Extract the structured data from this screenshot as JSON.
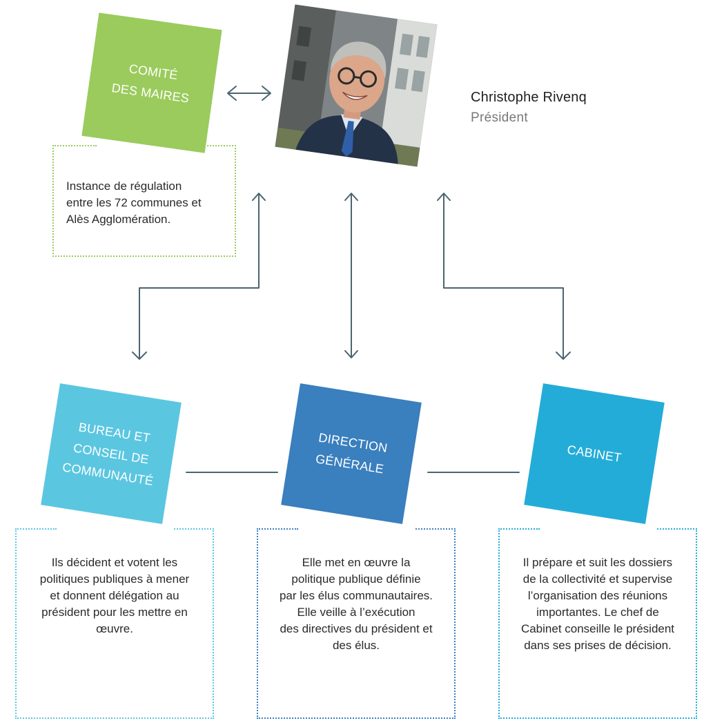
{
  "president": {
    "name": "Christophe Rivenq",
    "title": "Président"
  },
  "comite": {
    "label": "COMITÉ\nDES MAIRES",
    "description": "Instance de régulation\nentre les 72 communes et\nAlès Agglomération."
  },
  "bureau": {
    "label": "BUREAU ET\nCONSEIL DE\nCOMMUNAUTÉ",
    "description": "Ils décident et votent les\npolitiques publiques à mener\net donnent délégation au\nprésident pour les mettre en\nœuvre."
  },
  "direction": {
    "label": "DIRECTION\nGÉNÉRALE",
    "description": "Elle met en œuvre la\npolitique publique définie\npar les élus communautaires.\nElle veille à l’exécution\ndes directives du président et\ndes élus."
  },
  "cabinet": {
    "label": "CABINET",
    "description": "Il prépare et suit les dossiers\nde la collectivité et supervise\nl’organisation des réunions\nimportantes. Le chef de\nCabinet conseille le président\ndans ses prises de décision."
  },
  "colors": {
    "comite": "#9acb5c",
    "bureau": "#5bc6e0",
    "direction": "#3a7fbe",
    "cabinet": "#24acd8",
    "connector": "#4a6470"
  }
}
